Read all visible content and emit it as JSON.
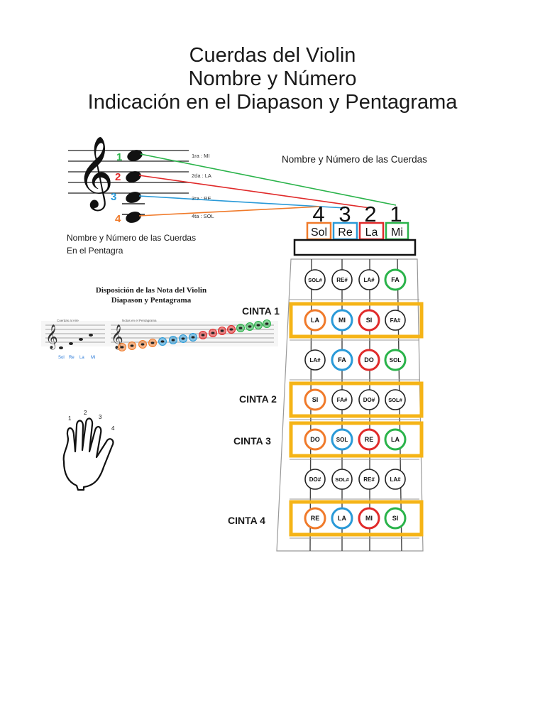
{
  "title": {
    "line1": "Cuerdas del Violin",
    "line2": "Nombre y Número",
    "line3": "Indicación en el Diapason y Pentagrama"
  },
  "strings_section_title": "Nombre y Número de las Cuerdas",
  "staff": {
    "caption_line1": "Nombre y Número de las Cuerdas",
    "caption_line2": "En el Pentagra",
    "string_labels": [
      {
        "number": "1",
        "text": "1ra : MI",
        "color": "#2ab34a"
      },
      {
        "number": "2",
        "text": "2da : LA",
        "color": "#e02a2a"
      },
      {
        "number": "3",
        "text": "3ra : RE",
        "color": "#2a9ad8"
      },
      {
        "number": "4",
        "text": "4ta : SOL",
        "color": "#f07a2a"
      }
    ]
  },
  "strings": [
    {
      "number": "4",
      "name": "Sol",
      "color": "#f07a2a"
    },
    {
      "number": "3",
      "name": "Re",
      "color": "#2a9ad8"
    },
    {
      "number": "2",
      "name": "La",
      "color": "#e02a2a"
    },
    {
      "number": "1",
      "name": "Mi",
      "color": "#2ab34a"
    }
  ],
  "disposition": {
    "title_line1": "Disposición de las Nota del Violin",
    "title_line2": "Diapason y Pentagrama",
    "open_caption": "Cuerdas al Aire",
    "notes_caption": "Notas en el Pentagrama",
    "open_names": [
      "Sol",
      "Re",
      "La",
      "Mi"
    ]
  },
  "hand": {
    "finger_numbers": [
      "1",
      "2",
      "3",
      "4"
    ]
  },
  "cintas": {
    "cinta1": "CINTA 1",
    "cinta2": "CINTA 2",
    "cinta3": "CINTA 3",
    "cinta4": "CINTA 4"
  },
  "colors": {
    "highlight": "#f5b417",
    "sol": "#f07a2a",
    "re": "#2a9ad8",
    "la": "#e02a2a",
    "mi": "#2ab34a"
  },
  "fingerboard_rows": [
    {
      "notes": [
        "SOL#",
        "RE#",
        "LA#",
        "FA"
      ],
      "colored": [
        false,
        false,
        false,
        true
      ],
      "highlight": false
    },
    {
      "notes": [
        "LA",
        "MI",
        "SI",
        "FA#"
      ],
      "colored": [
        true,
        true,
        true,
        false
      ],
      "highlight": true
    },
    {
      "notes": [
        "LA#",
        "FA",
        "DO",
        "SOL"
      ],
      "colored": [
        false,
        true,
        true,
        true
      ],
      "highlight": false
    },
    {
      "notes": [
        "SI",
        "FA#",
        "DO#",
        "SOL#"
      ],
      "colored": [
        true,
        false,
        false,
        false
      ],
      "highlight": true
    },
    {
      "notes": [
        "DO",
        "SOL",
        "RE",
        "LA"
      ],
      "colored": [
        true,
        true,
        true,
        true
      ],
      "highlight": true
    },
    {
      "notes": [
        "DO#",
        "SOL#",
        "RE#",
        "LA#"
      ],
      "colored": [
        false,
        false,
        false,
        false
      ],
      "highlight": false
    },
    {
      "notes": [
        "RE",
        "LA",
        "MI",
        "SI"
      ],
      "colored": [
        true,
        true,
        true,
        true
      ],
      "highlight": true
    }
  ]
}
